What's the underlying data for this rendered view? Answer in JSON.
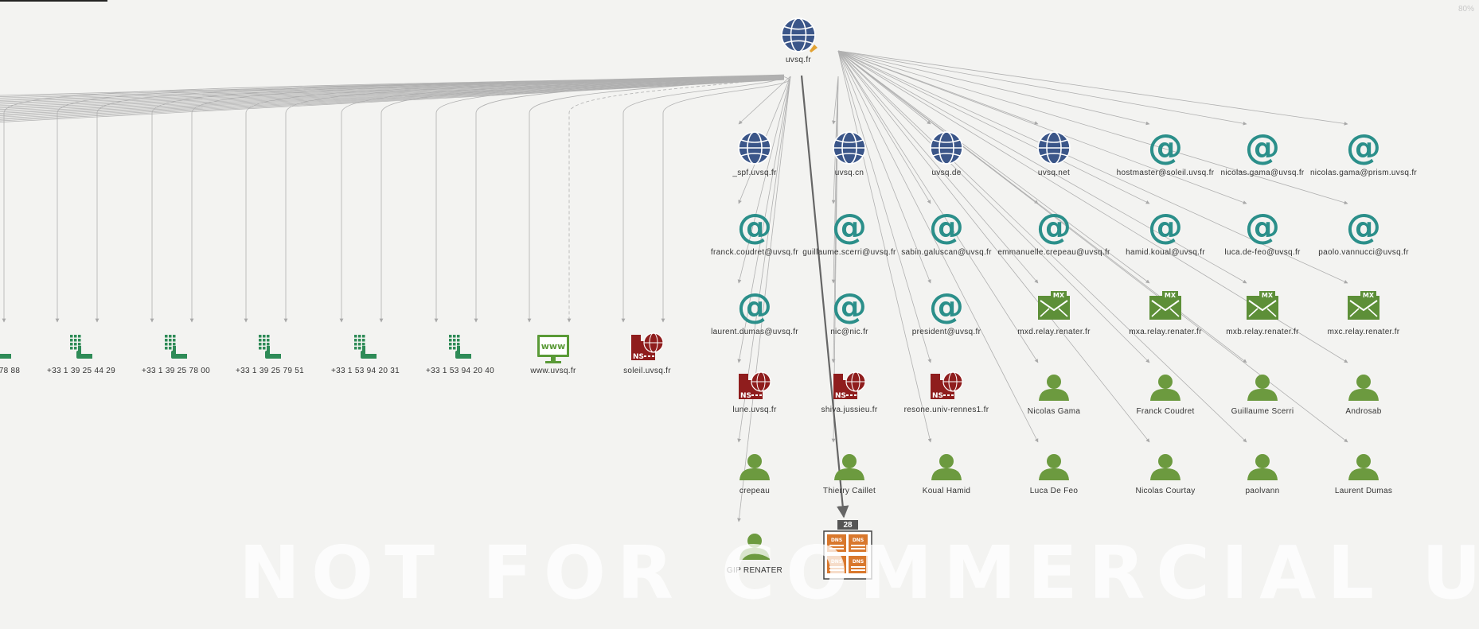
{
  "zoom_label": "80%",
  "watermark": "NOT FOR COMMERCIAL USE",
  "colors": {
    "domain": "#3b5689",
    "email": "#2b8f8a",
    "phone": "#2e8b57",
    "website": "#5a9a37",
    "nameserver": "#8f1d1d",
    "mx": "#5d8f38",
    "person": "#6c9a3f",
    "dns_cluster": "#d9782d",
    "edge": "#b0b0b0"
  },
  "root": {
    "id": "root",
    "label": "uvsq.fr",
    "type": "domain",
    "pinned": true
  },
  "nodes": [
    {
      "id": "n_ph_partial",
      "label": "78 88",
      "type": "phone"
    },
    {
      "id": "n_ph1",
      "label": "+33 1 39 25 44 29",
      "type": "phone"
    },
    {
      "id": "n_ph2",
      "label": "+33 1 39 25 78 00",
      "type": "phone"
    },
    {
      "id": "n_ph3",
      "label": "+33 1 39 25 79 51",
      "type": "phone"
    },
    {
      "id": "n_ph4",
      "label": "+33 1 53 94 20 31",
      "type": "phone"
    },
    {
      "id": "n_ph5",
      "label": "+33 1 53 94 20 40",
      "type": "phone"
    },
    {
      "id": "n_www",
      "label": "www.uvsq.fr",
      "type": "website"
    },
    {
      "id": "n_ns_soleil",
      "label": "soleil.uvsq.fr",
      "type": "nameserver"
    },
    {
      "id": "d1",
      "label": "_spf.uvsq.fr",
      "type": "domain"
    },
    {
      "id": "d2",
      "label": "uvsq.cn",
      "type": "domain"
    },
    {
      "id": "d3",
      "label": "uvsq.de",
      "type": "domain"
    },
    {
      "id": "d4",
      "label": "uvsq.net",
      "type": "domain"
    },
    {
      "id": "e1",
      "label": "hostmaster@soleil.uvsq.fr",
      "type": "email"
    },
    {
      "id": "e2",
      "label": "nicolas.gama@uvsq.fr",
      "type": "email"
    },
    {
      "id": "e3",
      "label": "nicolas.gama@prism.uvsq.fr",
      "type": "email"
    },
    {
      "id": "e4",
      "label": "franck.coudret@uvsq.fr",
      "type": "email"
    },
    {
      "id": "e5",
      "label": "guillaume.scerri@uvsq.fr",
      "type": "email"
    },
    {
      "id": "e6",
      "label": "sabin.galuscan@uvsq.fr",
      "type": "email"
    },
    {
      "id": "e7",
      "label": "emmanuelle.crepeau@uvsq.fr",
      "type": "email"
    },
    {
      "id": "e8",
      "label": "hamid.koual@uvsq.fr",
      "type": "email"
    },
    {
      "id": "e9",
      "label": "luca.de-feo@uvsq.fr",
      "type": "email"
    },
    {
      "id": "e10",
      "label": "paolo.vannucci@uvsq.fr",
      "type": "email"
    },
    {
      "id": "e11",
      "label": "laurent.dumas@uvsq.fr",
      "type": "email"
    },
    {
      "id": "e12",
      "label": "nic@nic.fr",
      "type": "email"
    },
    {
      "id": "e13",
      "label": "president@uvsq.fr",
      "type": "email"
    },
    {
      "id": "mx1",
      "label": "mxd.relay.renater.fr",
      "type": "mx"
    },
    {
      "id": "mx2",
      "label": "mxa.relay.renater.fr",
      "type": "mx"
    },
    {
      "id": "mx3",
      "label": "mxb.relay.renater.fr",
      "type": "mx"
    },
    {
      "id": "mx4",
      "label": "mxc.relay.renater.fr",
      "type": "mx"
    },
    {
      "id": "ns1",
      "label": "lune.uvsq.fr",
      "type": "nameserver"
    },
    {
      "id": "ns2",
      "label": "shiva.jussieu.fr",
      "type": "nameserver"
    },
    {
      "id": "ns3",
      "label": "resone.univ-rennes1.fr",
      "type": "nameserver"
    },
    {
      "id": "p1",
      "label": "Nicolas Gama",
      "type": "person"
    },
    {
      "id": "p2",
      "label": "Franck Coudret",
      "type": "person"
    },
    {
      "id": "p3",
      "label": "Guillaume Scerri",
      "type": "person"
    },
    {
      "id": "p4",
      "label": "Androsab",
      "type": "person"
    },
    {
      "id": "p5",
      "label": "crepeau",
      "type": "person"
    },
    {
      "id": "p6",
      "label": "Thierry Caillet",
      "type": "person"
    },
    {
      "id": "p7",
      "label": "Koual Hamid",
      "type": "person"
    },
    {
      "id": "p8",
      "label": "Luca De Feo",
      "type": "person"
    },
    {
      "id": "p9",
      "label": "Nicolas Courtay",
      "type": "person"
    },
    {
      "id": "p10",
      "label": "paolvann",
      "type": "person"
    },
    {
      "id": "p11",
      "label": "Laurent Dumas",
      "type": "person"
    },
    {
      "id": "p12",
      "label": "GIP RENATER",
      "type": "person"
    },
    {
      "id": "c1",
      "label": "",
      "type": "dns_cluster",
      "badge": "28"
    }
  ]
}
